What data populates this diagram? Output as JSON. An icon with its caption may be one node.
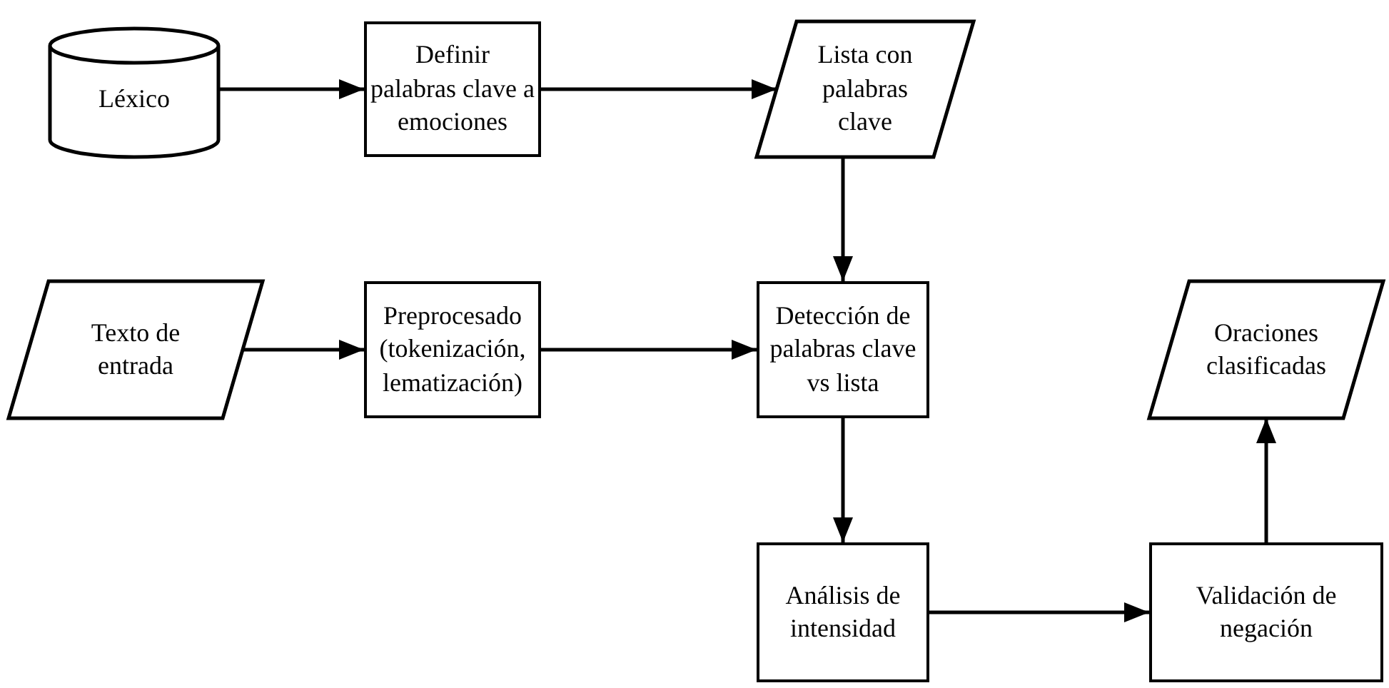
{
  "diagram": {
    "nodes": [
      {
        "text": [
          "Léxico"
        ]
      },
      {
        "text": [
          "Definir palabras clave a emociones"
        ]
      },
      {
        "text": [
          "Lista con palabras clave"
        ]
      },
      {
        "text": [
          "Texto de entrada"
        ]
      },
      {
        "text": [
          "Preprocesado (tokenización, lematización)"
        ]
      },
      {
        "text": [
          "Detección de palabras clave vs lista"
        ]
      },
      {
        "text": [
          "Oraciones clasificadas"
        ]
      },
      {
        "text": [
          "Análisis de intensidad"
        ]
      },
      {
        "text": [
          "Validación de negación"
        ]
      }
    ],
    "edges": [
      {
        "from": 0,
        "to": 1,
        "arrow": "to"
      },
      {
        "from": 1,
        "to": 2,
        "arrow": "to"
      },
      {
        "from": 2,
        "to": 5,
        "arrow": "to"
      },
      {
        "from": 3,
        "to": 4,
        "arrow": "to"
      },
      {
        "from": 4,
        "to": 5,
        "arrow": "to"
      },
      {
        "from": 5,
        "to": 7,
        "arrow": "to"
      },
      {
        "from": 7,
        "to": 8,
        "arrow": "to"
      },
      {
        "from": 8,
        "to": 6,
        "arrow": "to"
      }
    ]
  }
}
